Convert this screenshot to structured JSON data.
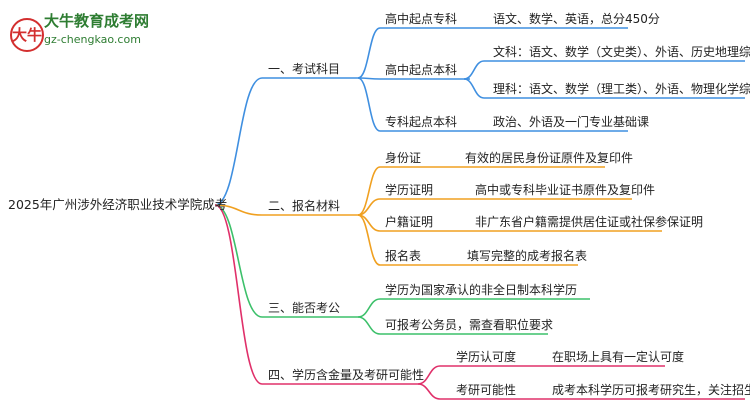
{
  "logo": {
    "mark": "大牛",
    "title": "大牛教育成考网",
    "url": "gz-chengkao.com"
  },
  "root": "2025年广州涉外经济职业技术学院成考",
  "branches": [
    {
      "label": "一、考试科目",
      "color": "#3f8fe0",
      "children": [
        {
          "label": "高中起点专科",
          "details": [
            "语文、数学、英语，总分450分"
          ]
        },
        {
          "label": "高中起点本科",
          "details": [
            "文科：语文、数学（文史类）、外语、历史地理综合",
            "理科：语文、数学（理工类）、外语、物理化学综合"
          ]
        },
        {
          "label": "专科起点本科",
          "details": [
            "政治、外语及一门专业基础课"
          ]
        }
      ]
    },
    {
      "label": "二、报名材料",
      "color": "#f0a020",
      "children": [
        {
          "label": "身份证",
          "details": [
            "有效的居民身份证原件及复印件"
          ]
        },
        {
          "label": "学历证明",
          "details": [
            "高中或专科毕业证书原件及复印件"
          ]
        },
        {
          "label": "户籍证明",
          "details": [
            "非广东省户籍需提供居住证或社保参保证明"
          ]
        },
        {
          "label": "报名表",
          "details": [
            "填写完整的成考报名表"
          ]
        }
      ]
    },
    {
      "label": "三、能否考公",
      "color": "#3cc06a",
      "children": [
        {
          "label": "学历为国家承认的非全日制本科学历",
          "details": []
        },
        {
          "label": "可报考公务员，需查看职位要求",
          "details": []
        }
      ]
    },
    {
      "label": "四、学历含金量及考研可能性",
      "color": "#e0306a",
      "children": [
        {
          "label": "学历认可度",
          "details": [
            "在职场上具有一定认可度"
          ]
        },
        {
          "label": "考研可能性",
          "details": [
            "成考本科学历可报考研究生，关注招生简章"
          ]
        }
      ]
    }
  ]
}
